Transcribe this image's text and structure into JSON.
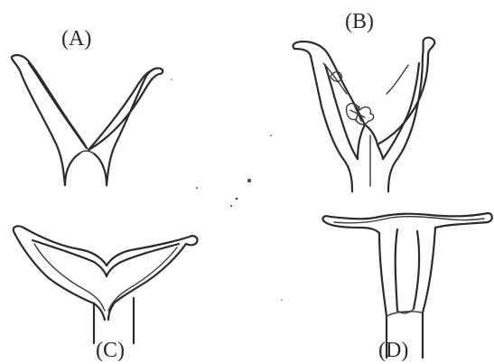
{
  "panels": [
    {
      "id": "A",
      "label": "(A)"
    },
    {
      "id": "B",
      "label": "(B)"
    },
    {
      "id": "C",
      "label": "(C)"
    },
    {
      "id": "D",
      "label": "(D)"
    }
  ],
  "colors": {
    "ink": "#2b2b2b",
    "background": "#ffffff"
  }
}
